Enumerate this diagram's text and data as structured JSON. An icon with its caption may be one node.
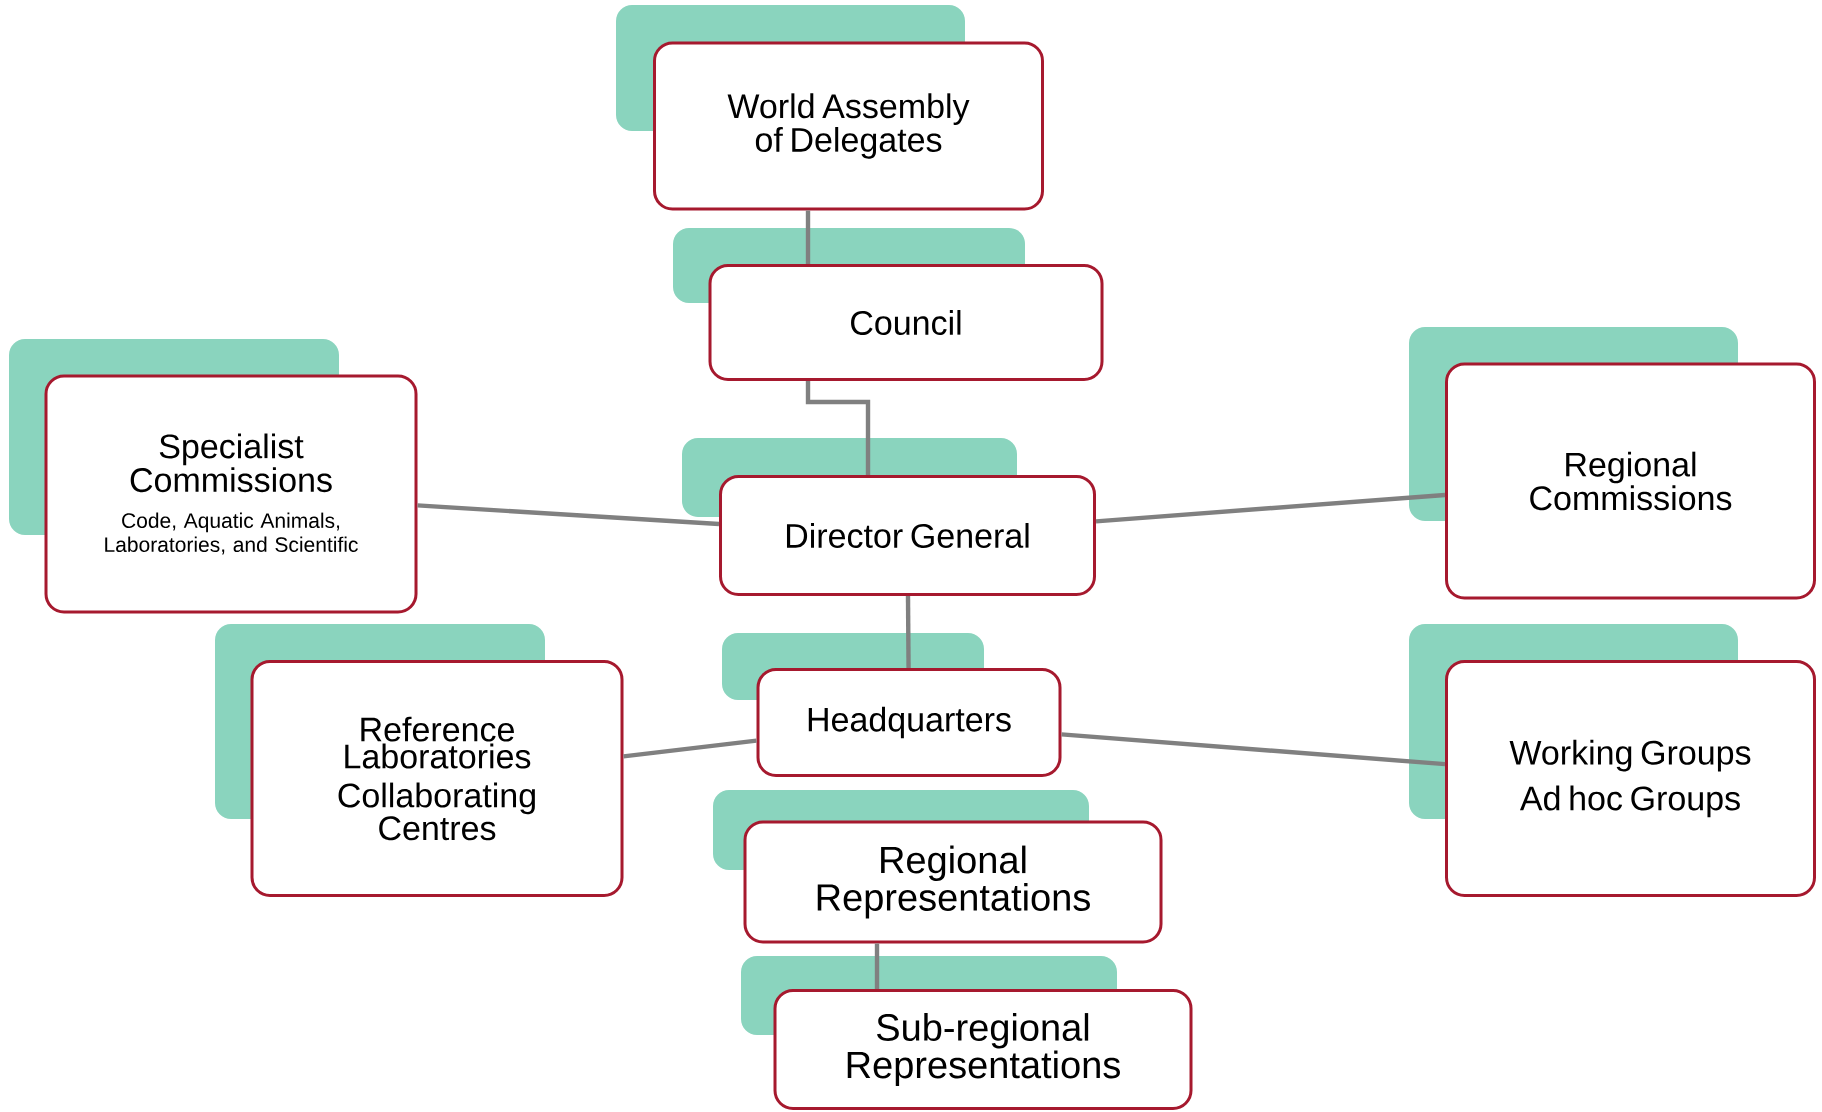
{
  "diagram": {
    "nodes": [
      {
        "text": [
          "World Assembly of Delegates"
        ]
      },
      {
        "text": [
          "Council"
        ]
      },
      {
        "text": [
          "Director General"
        ]
      },
      {
        "text": [
          "Specialist Commissions",
          "Code, Aquatic Animals, Laboratories, and Scientific"
        ]
      },
      {
        "text": [
          "Regional Commissions"
        ]
      },
      {
        "text": [
          "Reference Laboratories",
          "Collaborating Centres"
        ]
      },
      {
        "text": [
          "Headquarters"
        ]
      },
      {
        "text": [
          "Working Groups",
          "Ad hoc Groups"
        ]
      },
      {
        "text": [
          "Regional Representations"
        ]
      },
      {
        "text": [
          "Sub-regional Representations"
        ]
      }
    ],
    "edges": [
      {
        "from": 0,
        "to": 1,
        "arrow": "none"
      },
      {
        "from": 1,
        "to": 2,
        "arrow": "none"
      },
      {
        "from": 2,
        "to": 3,
        "arrow": "none"
      },
      {
        "from": 2,
        "to": 4,
        "arrow": "none"
      },
      {
        "from": 2,
        "to": 6,
        "arrow": "none"
      },
      {
        "from": 6,
        "to": 5,
        "arrow": "none"
      },
      {
        "from": 6,
        "to": 7,
        "arrow": "none"
      },
      {
        "from": 8,
        "to": 9,
        "arrow": "none"
      }
    ]
  }
}
